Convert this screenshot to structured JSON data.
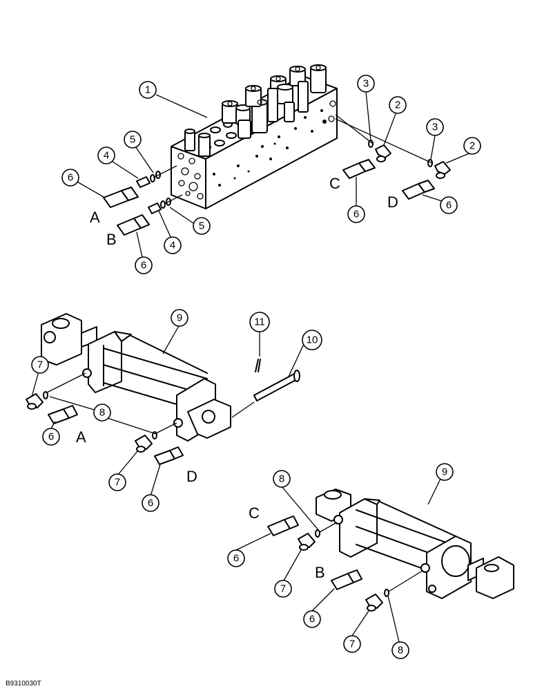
{
  "drawing_code": "B9310030T",
  "port_labels": {
    "a": "A",
    "b": "B",
    "c": "C",
    "d": "D"
  },
  "callouts": {
    "n1": "1",
    "n2": "2",
    "n3": "3",
    "n4": "4",
    "n5": "5",
    "n6": "6",
    "n7": "7",
    "n8": "8",
    "n9": "9",
    "n10": "10",
    "n11": "11"
  }
}
